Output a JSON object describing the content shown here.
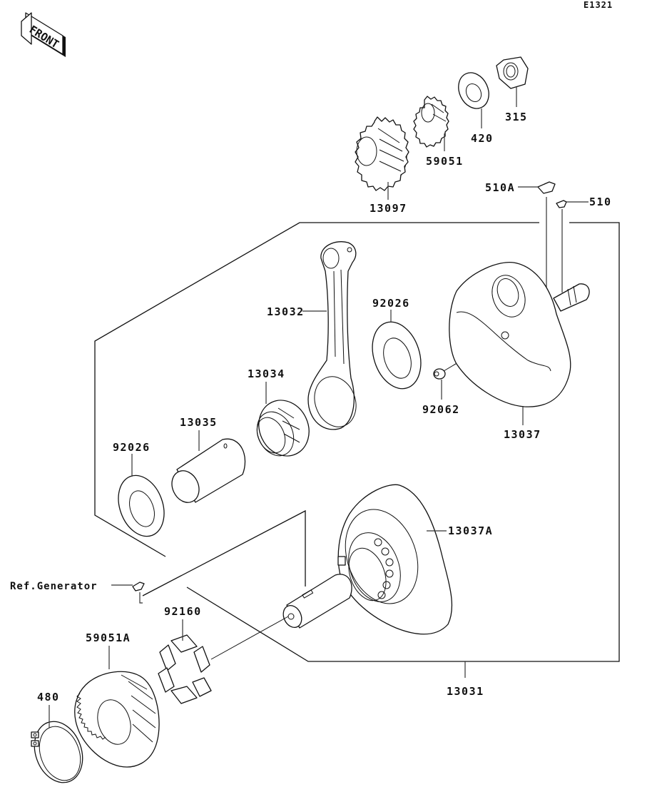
{
  "diagram": {
    "code": "E1321",
    "direction_badge": "FRONT",
    "reference_label": "Ref.Generator",
    "parts": [
      {
        "id": "part-13097",
        "label": "13097",
        "name": "gear"
      },
      {
        "id": "part-59051",
        "label": "59051",
        "name": "small gear"
      },
      {
        "id": "part-420",
        "label": "420",
        "name": "lock washer"
      },
      {
        "id": "part-315",
        "label": "315",
        "name": "nut"
      },
      {
        "id": "part-510A",
        "label": "510A",
        "name": "woodruff key"
      },
      {
        "id": "part-510",
        "label": "510",
        "name": "woodruff key"
      },
      {
        "id": "part-13032",
        "label": "13032",
        "name": "connecting rod"
      },
      {
        "id": "part-92026-right",
        "label": "92026",
        "name": "washer"
      },
      {
        "id": "part-13034",
        "label": "13034",
        "name": "needle bearing"
      },
      {
        "id": "part-13035",
        "label": "13035",
        "name": "crank pin"
      },
      {
        "id": "part-92026-left",
        "label": "92026",
        "name": "washer"
      },
      {
        "id": "part-92062",
        "label": "92062",
        "name": "pin"
      },
      {
        "id": "part-13037",
        "label": "13037",
        "name": "crank flywheel"
      },
      {
        "id": "part-13037A",
        "label": "13037A",
        "name": "crank flywheel with bearing"
      },
      {
        "id": "part-92160",
        "label": "92160",
        "name": "damper"
      },
      {
        "id": "part-59051A",
        "label": "59051A",
        "name": "large gear"
      },
      {
        "id": "part-480",
        "label": "480",
        "name": "circlip"
      },
      {
        "id": "part-13031",
        "label": "13031",
        "name": "crankshaft assembly"
      }
    ]
  }
}
